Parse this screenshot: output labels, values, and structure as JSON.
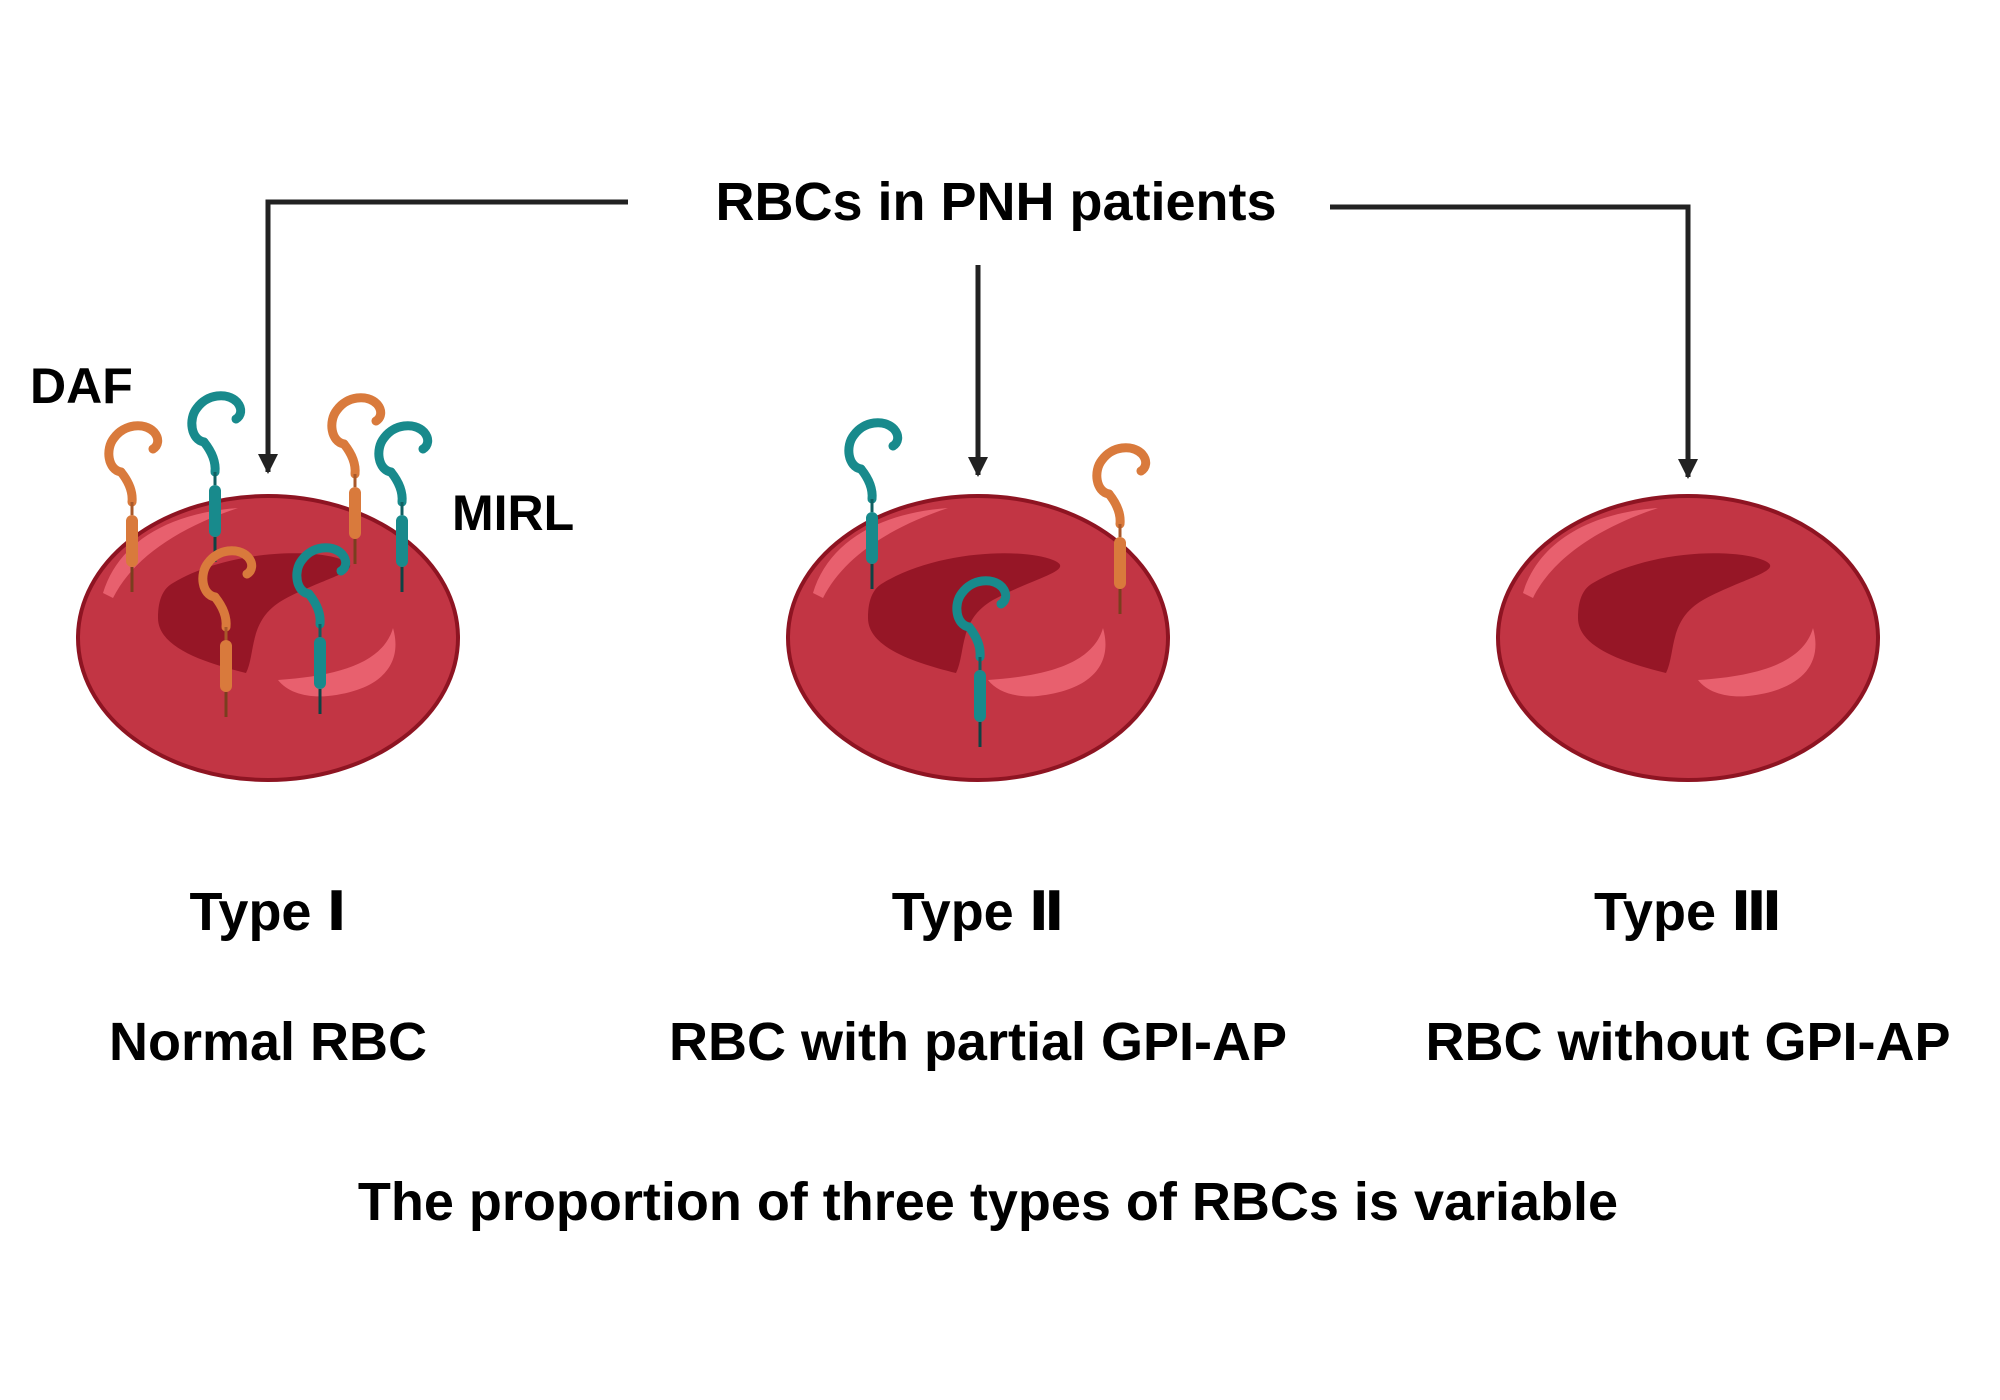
{
  "title": "RBCs in PNH patients",
  "labels": {
    "daf": "DAF",
    "mirl": "MIRL"
  },
  "cells": [
    {
      "type_label": "Type Ⅰ",
      "description": "Normal RBC"
    },
    {
      "type_label": "Type Ⅱ",
      "description": "RBC with partial GPI-AP"
    },
    {
      "type_label": "Type Ⅲ",
      "description": "RBC without GPI-AP"
    }
  ],
  "footer": "The proportion of three types of RBCs is variable",
  "colors": {
    "rbc_fill": "#c23544",
    "rbc_outline": "#8e1422",
    "rbc_center": "#961626",
    "rbc_highlight": "#e8606e",
    "daf": "#d97a3c",
    "mirl": "#188a8c",
    "arrow": "#222222"
  }
}
